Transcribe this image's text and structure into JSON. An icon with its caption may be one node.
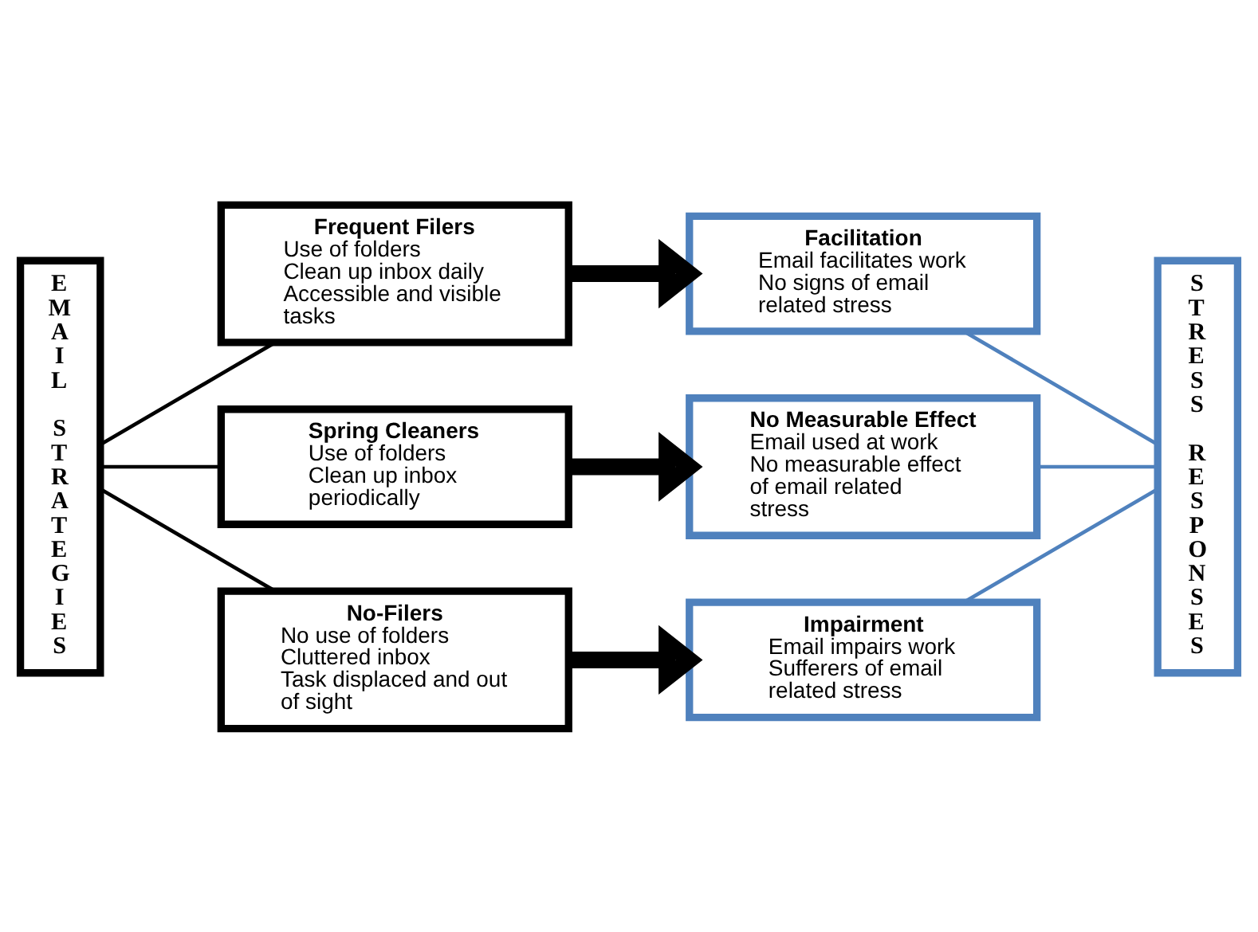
{
  "diagram": {
    "nodes": [
      {
        "text": [
          "EMAIL STRATEGIES"
        ]
      },
      {
        "text": [
          "Frequent Filers",
          "Use of folders",
          "Clean up inbox daily",
          "Accessible and visible tasks"
        ]
      },
      {
        "text": [
          "Spring Cleaners",
          "Use of folders",
          "Clean up inbox periodically"
        ]
      },
      {
        "text": [
          "No-Filers",
          "No use of folders",
          "Cluttered inbox",
          "Task displaced and out of sight"
        ]
      },
      {
        "text": [
          "Facilitation",
          "Email facilitates work",
          "No signs of email related stress"
        ]
      },
      {
        "text": [
          "No Measurable Effect",
          "Email used at work",
          "No measurable effect of email related stress"
        ]
      },
      {
        "text": [
          "Impairment",
          "Email impairs work",
          "Sufferers of email related stress"
        ]
      },
      {
        "text": [
          "STRESS RESPONSES"
        ]
      }
    ],
    "edges": [
      {
        "from": 0,
        "to": 1,
        "arrow": "none"
      },
      {
        "from": 0,
        "to": 2,
        "arrow": "none"
      },
      {
        "from": 0,
        "to": 3,
        "arrow": "none"
      },
      {
        "from": 1,
        "to": 4,
        "arrow": "to",
        "style": "thick"
      },
      {
        "from": 2,
        "to": 5,
        "arrow": "to",
        "style": "thick"
      },
      {
        "from": 3,
        "to": 6,
        "arrow": "to",
        "style": "thick"
      },
      {
        "from": 4,
        "to": 7,
        "arrow": "none",
        "color": "#4f81bd"
      },
      {
        "from": 5,
        "to": 7,
        "arrow": "none",
        "color": "#4f81bd"
      },
      {
        "from": 6,
        "to": 7,
        "arrow": "none",
        "color": "#4f81bd"
      }
    ]
  }
}
